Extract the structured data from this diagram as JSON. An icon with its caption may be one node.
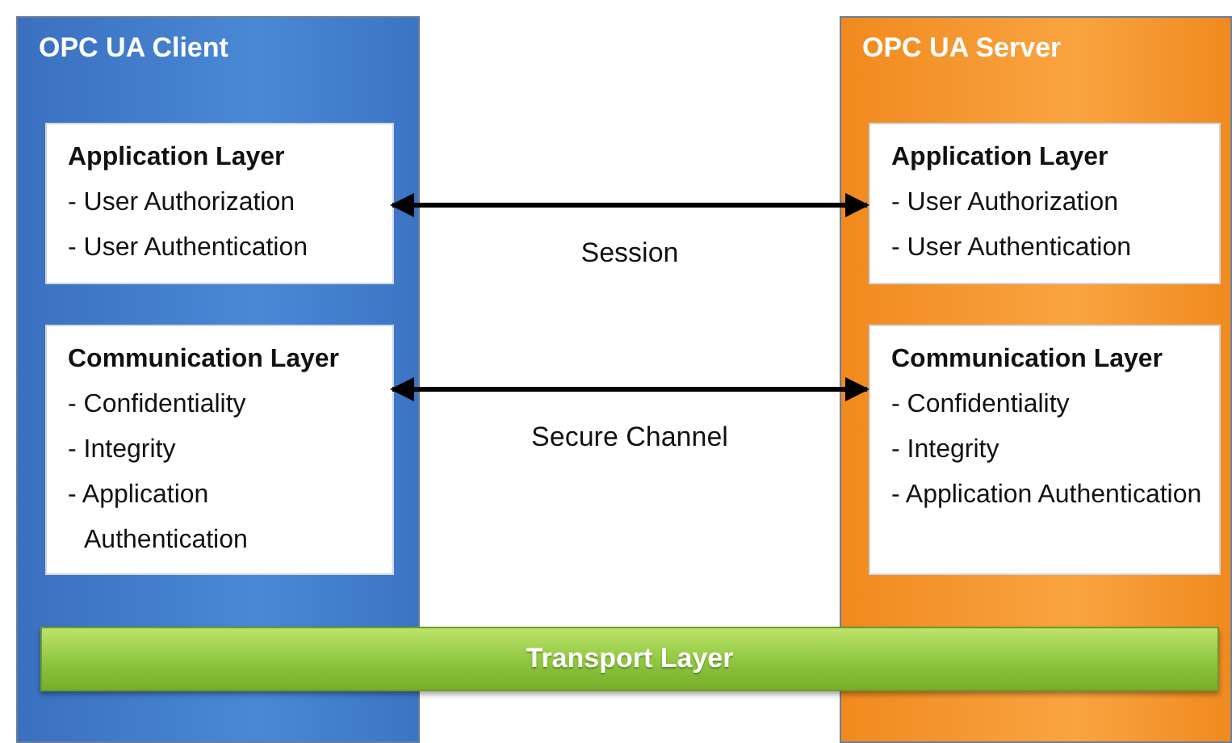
{
  "diagram": {
    "nodes": [
      {
        "text": [
          "OPC UA Client"
        ]
      },
      {
        "text": [
          "Application Layer",
          "- User Authorization",
          "- User Authentication"
        ],
        "in": 0
      },
      {
        "text": [
          "Communication Layer",
          "- Confidentiality",
          "- Integrity",
          "- Application Authentication"
        ],
        "in": 0
      },
      {
        "text": [
          "OPC UA Server"
        ]
      },
      {
        "text": [
          "Application Layer",
          "- User Authorization",
          "- User Authentication"
        ],
        "in": 3
      },
      {
        "text": [
          "Communication Layer",
          "- Confidentiality",
          "- Integrity",
          "- Application Authentication"
        ],
        "in": 3
      },
      {
        "text": [
          "Transport Layer"
        ]
      }
    ],
    "edges": [
      {
        "from": 1,
        "to": 4,
        "arrow": "both",
        "label": "Session"
      },
      {
        "from": 2,
        "to": 5,
        "arrow": "both",
        "label": "Secure Channel"
      }
    ]
  }
}
